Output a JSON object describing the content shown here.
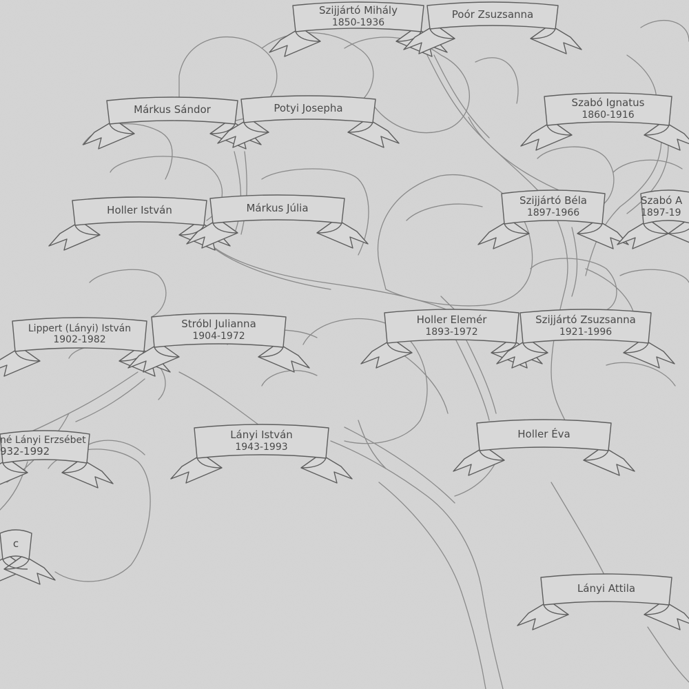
{
  "banners": [
    {
      "id": "szijjarto-mihaly",
      "name": "Szijjártó Mihály",
      "years": "1850-1936"
    },
    {
      "id": "poor-zsuzsanna",
      "name": "Poór Zsuzsanna",
      "years": ""
    },
    {
      "id": "markus-sandor",
      "name": "Márkus Sándor",
      "years": ""
    },
    {
      "id": "potyi-josepha",
      "name": "Potyi Josepha",
      "years": ""
    },
    {
      "id": "szabo-ignatus",
      "name": "Szabó Ignatus",
      "years": "1860-1916"
    },
    {
      "id": "holler-istvan",
      "name": "Holler István",
      "years": ""
    },
    {
      "id": "markus-julia",
      "name": "Márkus Júlia",
      "years": ""
    },
    {
      "id": "szijjarto-bela",
      "name": "Szijjártó Béla",
      "years": "1897-1966"
    },
    {
      "id": "szabo-a",
      "name": "Szabó A",
      "years": "1897-19"
    },
    {
      "id": "lippert-istvan",
      "name": "Lippert (Lányi) István",
      "years": "1902-1982"
    },
    {
      "id": "strobl-julianna",
      "name": "Stróbl Julianna",
      "years": "1904-1972"
    },
    {
      "id": "holler-elemer",
      "name": "Holler Elemér",
      "years": "1893-1972"
    },
    {
      "id": "szijjarto-zsuzsanna",
      "name": "Szijjártó Zsuzsanna",
      "years": "1921-1996"
    },
    {
      "id": "lanyi-erzsebet",
      "name": "né Lányi Erzsébet",
      "years": "932-1992"
    },
    {
      "id": "lanyi-istvan",
      "name": "Lányi István",
      "years": "1943-1993"
    },
    {
      "id": "holler-eva",
      "name": "Holler Éva",
      "years": ""
    },
    {
      "id": "lanyi-attila",
      "name": "Lányi Attila",
      "years": ""
    },
    {
      "id": "partial-c",
      "name": "c",
      "years": ""
    }
  ]
}
